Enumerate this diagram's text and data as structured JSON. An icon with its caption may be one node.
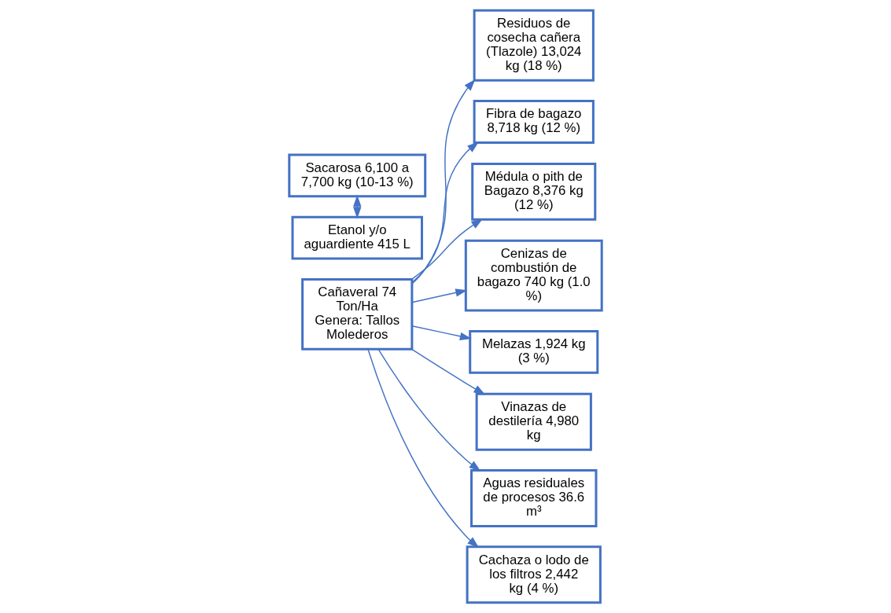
{
  "diagram": {
    "nodes": [
      {
        "text": [
          "Cañaveral 74 Ton/Ha",
          "Genera: Tallos Molederos"
        ]
      },
      {
        "text": [
          "Sacarosa 6,100 a 7,700 kg (10-13 %)"
        ]
      },
      {
        "text": [
          "Etanol y/o aguardiente 415 L"
        ]
      },
      {
        "text": [
          "Residuos de cosecha cañera (Tlazole) 13,024 kg (18 %)"
        ]
      },
      {
        "text": [
          "Fibra de bagazo 8,718 kg (12 %)"
        ]
      },
      {
        "text": [
          "Médula o pith de Bagazo 8,376 kg (12 %)"
        ]
      },
      {
        "text": [
          "Cenizas de combustión de bagazo 740 kg (1.0 %)"
        ]
      },
      {
        "text": [
          "Melazas 1,924 kg (3 %)"
        ]
      },
      {
        "text": [
          "Vinazas de destilería 4,980 kg"
        ]
      },
      {
        "text": [
          "Aguas residuales de procesos 36.6 m³"
        ]
      },
      {
        "text": [
          "Cachaza o lodo de los filtros 2,442 kg (4 %)"
        ]
      }
    ],
    "edges": [
      {
        "from": 1,
        "to": 2,
        "arrow": "both"
      },
      {
        "from": 0,
        "to": 3,
        "arrow": "to"
      },
      {
        "from": 0,
        "to": 4,
        "arrow": "to"
      },
      {
        "from": 0,
        "to": 5,
        "arrow": "to"
      },
      {
        "from": 0,
        "to": 6,
        "arrow": "to"
      },
      {
        "from": 0,
        "to": 7,
        "arrow": "to"
      },
      {
        "from": 0,
        "to": 8,
        "arrow": "to"
      },
      {
        "from": 0,
        "to": 9,
        "arrow": "to"
      },
      {
        "from": 0,
        "to": 10,
        "arrow": "to"
      }
    ]
  }
}
